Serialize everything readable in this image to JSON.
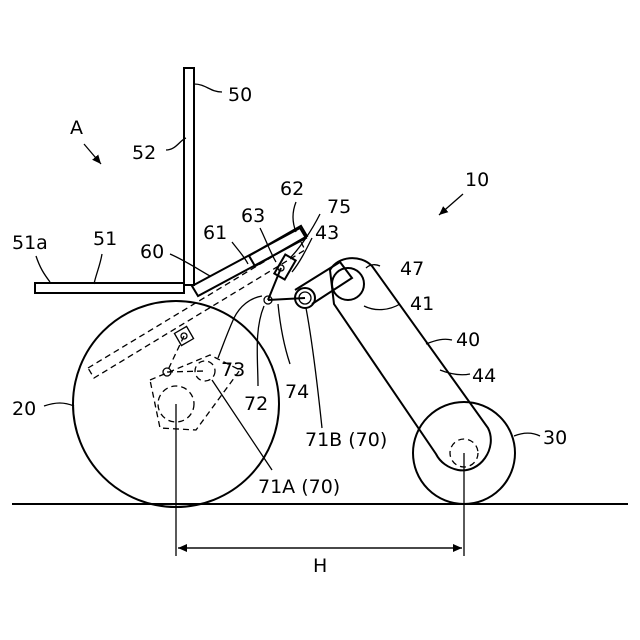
{
  "figure": {
    "labels": {
      "ref_10": "10",
      "ref_20": "20",
      "ref_30": "30",
      "ref_40": "40",
      "ref_41": "41",
      "ref_43": "43",
      "ref_44": "44",
      "ref_47": "47",
      "ref_50": "50",
      "ref_51": "51",
      "ref_51a": "51a",
      "ref_52": "52",
      "ref_60": "60",
      "ref_61": "61",
      "ref_62": "62",
      "ref_63": "63",
      "ref_71A": "71A (70)",
      "ref_71B": "71B (70)",
      "ref_72": "72",
      "ref_73": "73",
      "ref_74": "74",
      "ref_75": "75",
      "view_A": "A",
      "dim_H": "H"
    }
  }
}
